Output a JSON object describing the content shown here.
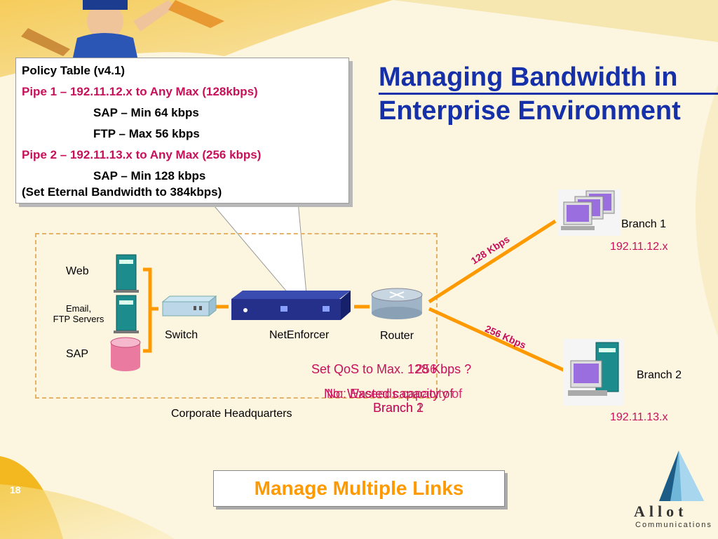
{
  "slide": {
    "title_line1": "Managing Bandwidth in",
    "title_line2": "Enterprise Environment",
    "page_number": "18",
    "callout": "Manage Multiple Links",
    "brand_name": "Allot",
    "brand_tagline": "Communications"
  },
  "policy": {
    "heading": "Policy Table (v4.1)",
    "pipe1": "Pipe 1 – 192.11.12.x to Any   Max (128kbps)",
    "pipe1_sap": "SAP – Min 64 kbps",
    "pipe1_ftp": "FTP – Max 56 kbps",
    "pipe2": "Pipe 2 – 192.11.13.x to Any  Max (256 kbps)",
    "pipe2_sap": "SAP – Min 128 kbps",
    "note": "(Set Eternal Bandwidth to 384kbps)"
  },
  "network": {
    "web": "Web",
    "email_ftp_1": "Email,",
    "email_ftp_2": "FTP Servers",
    "sap": "SAP",
    "switch": "Switch",
    "netenforcer": "NetEnforcer",
    "router": "Router",
    "hq": "Corporate Headquarters",
    "branch1": "Branch 1",
    "branch1_ip": "192.11.12.x",
    "branch2": "Branch 2",
    "branch2_ip": "192.11.13.x",
    "link1": "128 Kbps",
    "link2": "256 Kbps",
    "qos_line": "Set QoS to Max. 128 Kbps ?",
    "qos_overlap": "256",
    "waste_line": "No: Wasted capacity of",
    "waste_overlap": "No: Exceeds capacity of",
    "branch_ref": "Branch 2",
    "branch_ref_overlap": "Branch 1"
  },
  "colors": {
    "title": "#1530a8",
    "accent_red": "#c8105a",
    "link_orange": "#ff9900",
    "hq_border": "#e5b26a"
  }
}
